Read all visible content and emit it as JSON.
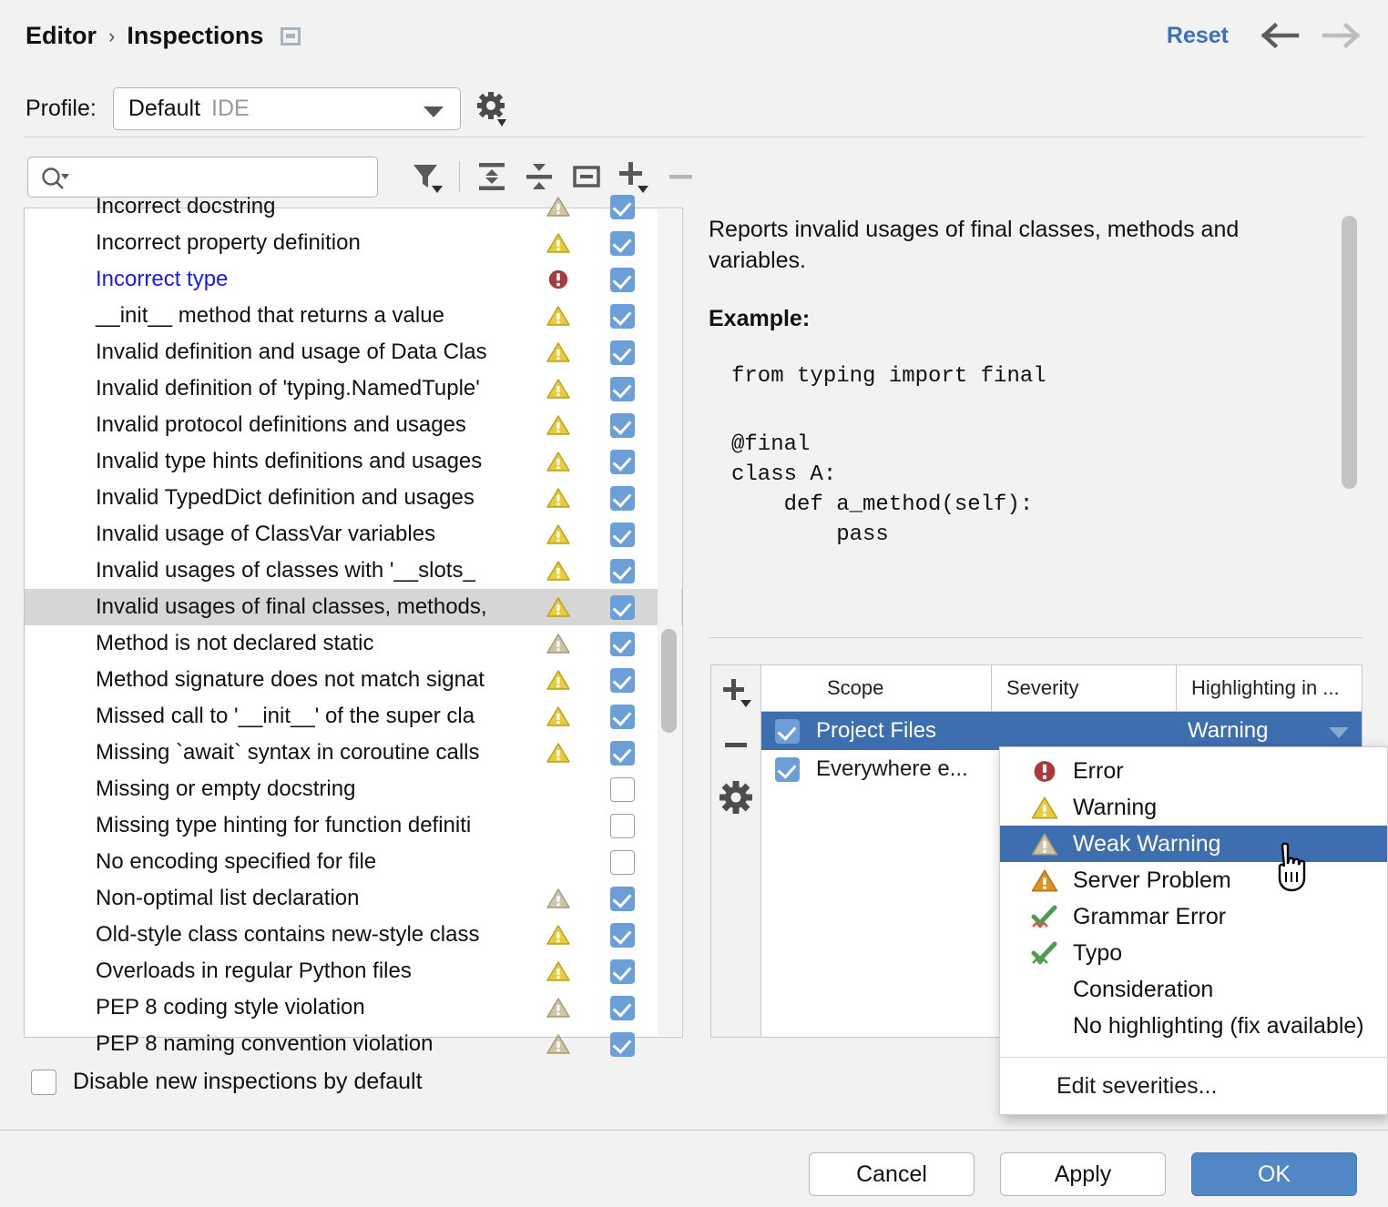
{
  "header": {
    "breadcrumb": [
      "Editor",
      "Inspections"
    ],
    "separator": "›",
    "config_icon": "panel-icon",
    "reset_label": "Reset",
    "back_icon": "arrow-left-icon",
    "forward_icon": "arrow-right-icon"
  },
  "profile": {
    "label": "Profile:",
    "value": "Default",
    "value_suffix": "IDE",
    "gear_icon": "gear-dropdown-icon"
  },
  "toolbar": {
    "search_placeholder": "",
    "search_value": "",
    "search_icon": "search-icon",
    "icons": [
      "filter-icon",
      "expand-all-icon",
      "collapse-all-icon",
      "collapse-node-icon",
      "add-icon",
      "remove-icon"
    ]
  },
  "inspections": {
    "rows": [
      {
        "label": "Incorrect docstring",
        "severity": "weak-warning",
        "checked": true,
        "partial_top": true,
        "blue": false
      },
      {
        "label": "Incorrect property definition",
        "severity": "warning",
        "checked": true,
        "blue": false
      },
      {
        "label": "Incorrect type",
        "severity": "error",
        "checked": true,
        "blue": true
      },
      {
        "label": "__init__ method that returns a value",
        "severity": "warning",
        "checked": true,
        "blue": false
      },
      {
        "label": "Invalid definition and usage of Data Clas",
        "severity": "warning",
        "checked": true,
        "blue": false
      },
      {
        "label": "Invalid definition of 'typing.NamedTuple'",
        "severity": "warning",
        "checked": true,
        "blue": false
      },
      {
        "label": "Invalid protocol definitions and usages",
        "severity": "warning",
        "checked": true,
        "blue": false
      },
      {
        "label": "Invalid type hints definitions and usages",
        "severity": "warning",
        "checked": true,
        "blue": false
      },
      {
        "label": "Invalid TypedDict definition and usages",
        "severity": "warning",
        "checked": true,
        "blue": false
      },
      {
        "label": "Invalid usage of ClassVar variables",
        "severity": "warning",
        "checked": true,
        "blue": false
      },
      {
        "label": "Invalid usages of classes with  '__slots_",
        "severity": "warning",
        "checked": true,
        "blue": false
      },
      {
        "label": "Invalid usages of final classes, methods,",
        "severity": "warning",
        "checked": true,
        "blue": false,
        "selected": true
      },
      {
        "label": "Method is not declared static",
        "severity": "weak-warning",
        "checked": true,
        "blue": false
      },
      {
        "label": "Method signature does not match signat",
        "severity": "warning",
        "checked": true,
        "blue": false
      },
      {
        "label": "Missed call to '__init__' of the super cla",
        "severity": "warning",
        "checked": true,
        "blue": false
      },
      {
        "label": "Missing `await` syntax in coroutine calls",
        "severity": "warning",
        "checked": true,
        "blue": false
      },
      {
        "label": "Missing or empty docstring",
        "severity": "none",
        "checked": false,
        "blue": false
      },
      {
        "label": "Missing type hinting for function definiti",
        "severity": "none",
        "checked": false,
        "blue": false
      },
      {
        "label": "No encoding specified for file",
        "severity": "none",
        "checked": false,
        "blue": false
      },
      {
        "label": "Non-optimal list declaration",
        "severity": "weak-warning",
        "checked": true,
        "blue": false
      },
      {
        "label": "Old-style class contains new-style class",
        "severity": "warning",
        "checked": true,
        "blue": false
      },
      {
        "label": "Overloads in regular Python files",
        "severity": "warning",
        "checked": true,
        "blue": false
      },
      {
        "label": "PEP 8 coding style violation",
        "severity": "weak-warning",
        "checked": true,
        "blue": false
      },
      {
        "label": "PEP 8 naming convention violation",
        "severity": "weak-warning",
        "checked": true,
        "blue": false,
        "partial_bottom": true
      }
    ]
  },
  "description": {
    "text": "Reports invalid usages of final classes, methods and variables.",
    "example_label": "Example:",
    "code_block_1": "from typing import final",
    "code_block_2": "@final\nclass A:\n    def a_method(self):\n        pass"
  },
  "scope": {
    "side_buttons": [
      "add-scope-icon",
      "remove-scope-icon",
      "scope-settings-icon"
    ],
    "columns": [
      "",
      "Scope",
      "Severity",
      "Highlighting in ..."
    ],
    "rows": [
      {
        "checked": true,
        "scope": "Project Files",
        "severity": "",
        "highlighting": "Warning",
        "selected": true
      },
      {
        "checked": true,
        "scope": "Everywhere e...",
        "severity": "",
        "highlighting": "",
        "selected": false
      }
    ]
  },
  "severity_menu": {
    "items": [
      {
        "label": "Error",
        "icon": "error-icon",
        "highlighted": false
      },
      {
        "label": "Warning",
        "icon": "warning-icon",
        "highlighted": false
      },
      {
        "label": "Weak Warning",
        "icon": "weak-warning-icon",
        "highlighted": true
      },
      {
        "label": "Server Problem",
        "icon": "server-problem-icon",
        "highlighted": false
      },
      {
        "label": "Grammar Error",
        "icon": "grammar-error-icon",
        "highlighted": false
      },
      {
        "label": "Typo",
        "icon": "typo-icon",
        "highlighted": false
      },
      {
        "label": "Consideration",
        "icon": "",
        "highlighted": false
      },
      {
        "label": "No highlighting (fix available)",
        "icon": "",
        "highlighted": false
      }
    ],
    "edit_label": "Edit severities..."
  },
  "footer": {
    "disable_new_label": "Disable new inspections by default",
    "disable_new_checked": false,
    "cancel_label": "Cancel",
    "apply_label": "Apply",
    "ok_label": "OK"
  },
  "colors": {
    "accent_blue": "#3d6fb0",
    "link_blue": "#3a72b8",
    "checkbox_blue": "#6c9fd8",
    "warning_yellow": "#e8cc3a",
    "weak_warning_tan": "#cfc4a4",
    "server_orange": "#e09020",
    "error_red": "#a83a3a",
    "ok_button": "#5287c6",
    "background": "#f2f2f2"
  }
}
